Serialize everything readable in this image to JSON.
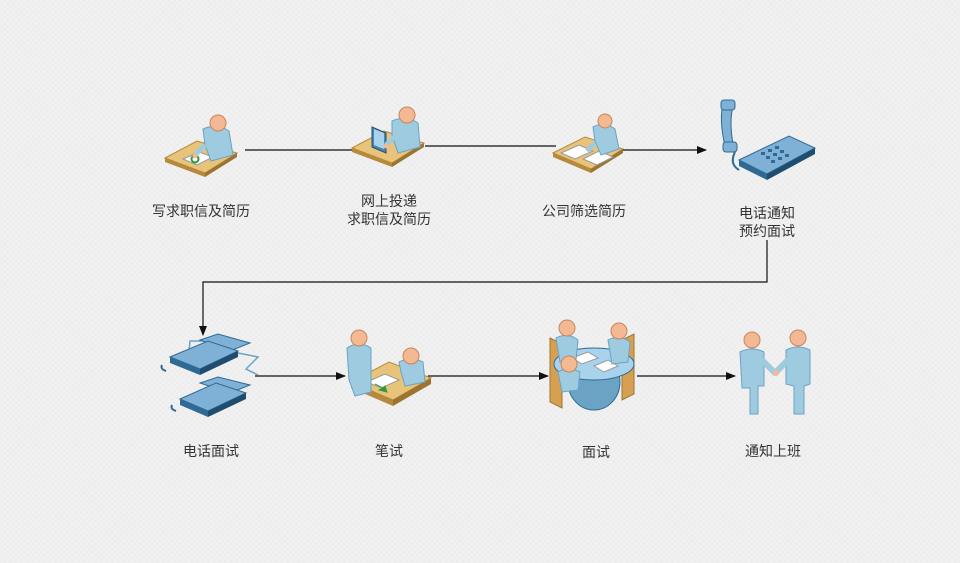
{
  "steps": [
    {
      "lines": [
        "写求职信及简历"
      ],
      "icon": "person-writing-desk-icon"
    },
    {
      "lines": [
        "网上投递",
        "求职信及简历"
      ],
      "icon": "person-computer-desk-icon"
    },
    {
      "lines": [
        "公司筛选简历"
      ],
      "icon": "person-reviewing-papers-icon"
    },
    {
      "lines": [
        "电话通知",
        "预约面试"
      ],
      "icon": "desk-telephone-icon"
    },
    {
      "lines": [
        "电话面试"
      ],
      "icon": "two-telephones-icon"
    },
    {
      "lines": [
        "笔试"
      ],
      "icon": "written-test-desk-icon"
    },
    {
      "lines": [
        "面试"
      ],
      "icon": "interview-round-table-icon"
    },
    {
      "lines": [
        "通知上班"
      ],
      "icon": "handshake-icon"
    }
  ],
  "colors": {
    "skin": "#f4b992",
    "shirt": "#9fcbe0",
    "shirt_dark": "#6aa3c4",
    "desk": "#e8c47a",
    "desk_edge": "#b58a3c",
    "phone": "#7fb1d6",
    "phone_dark": "#2f6a94",
    "line": "#111111"
  }
}
